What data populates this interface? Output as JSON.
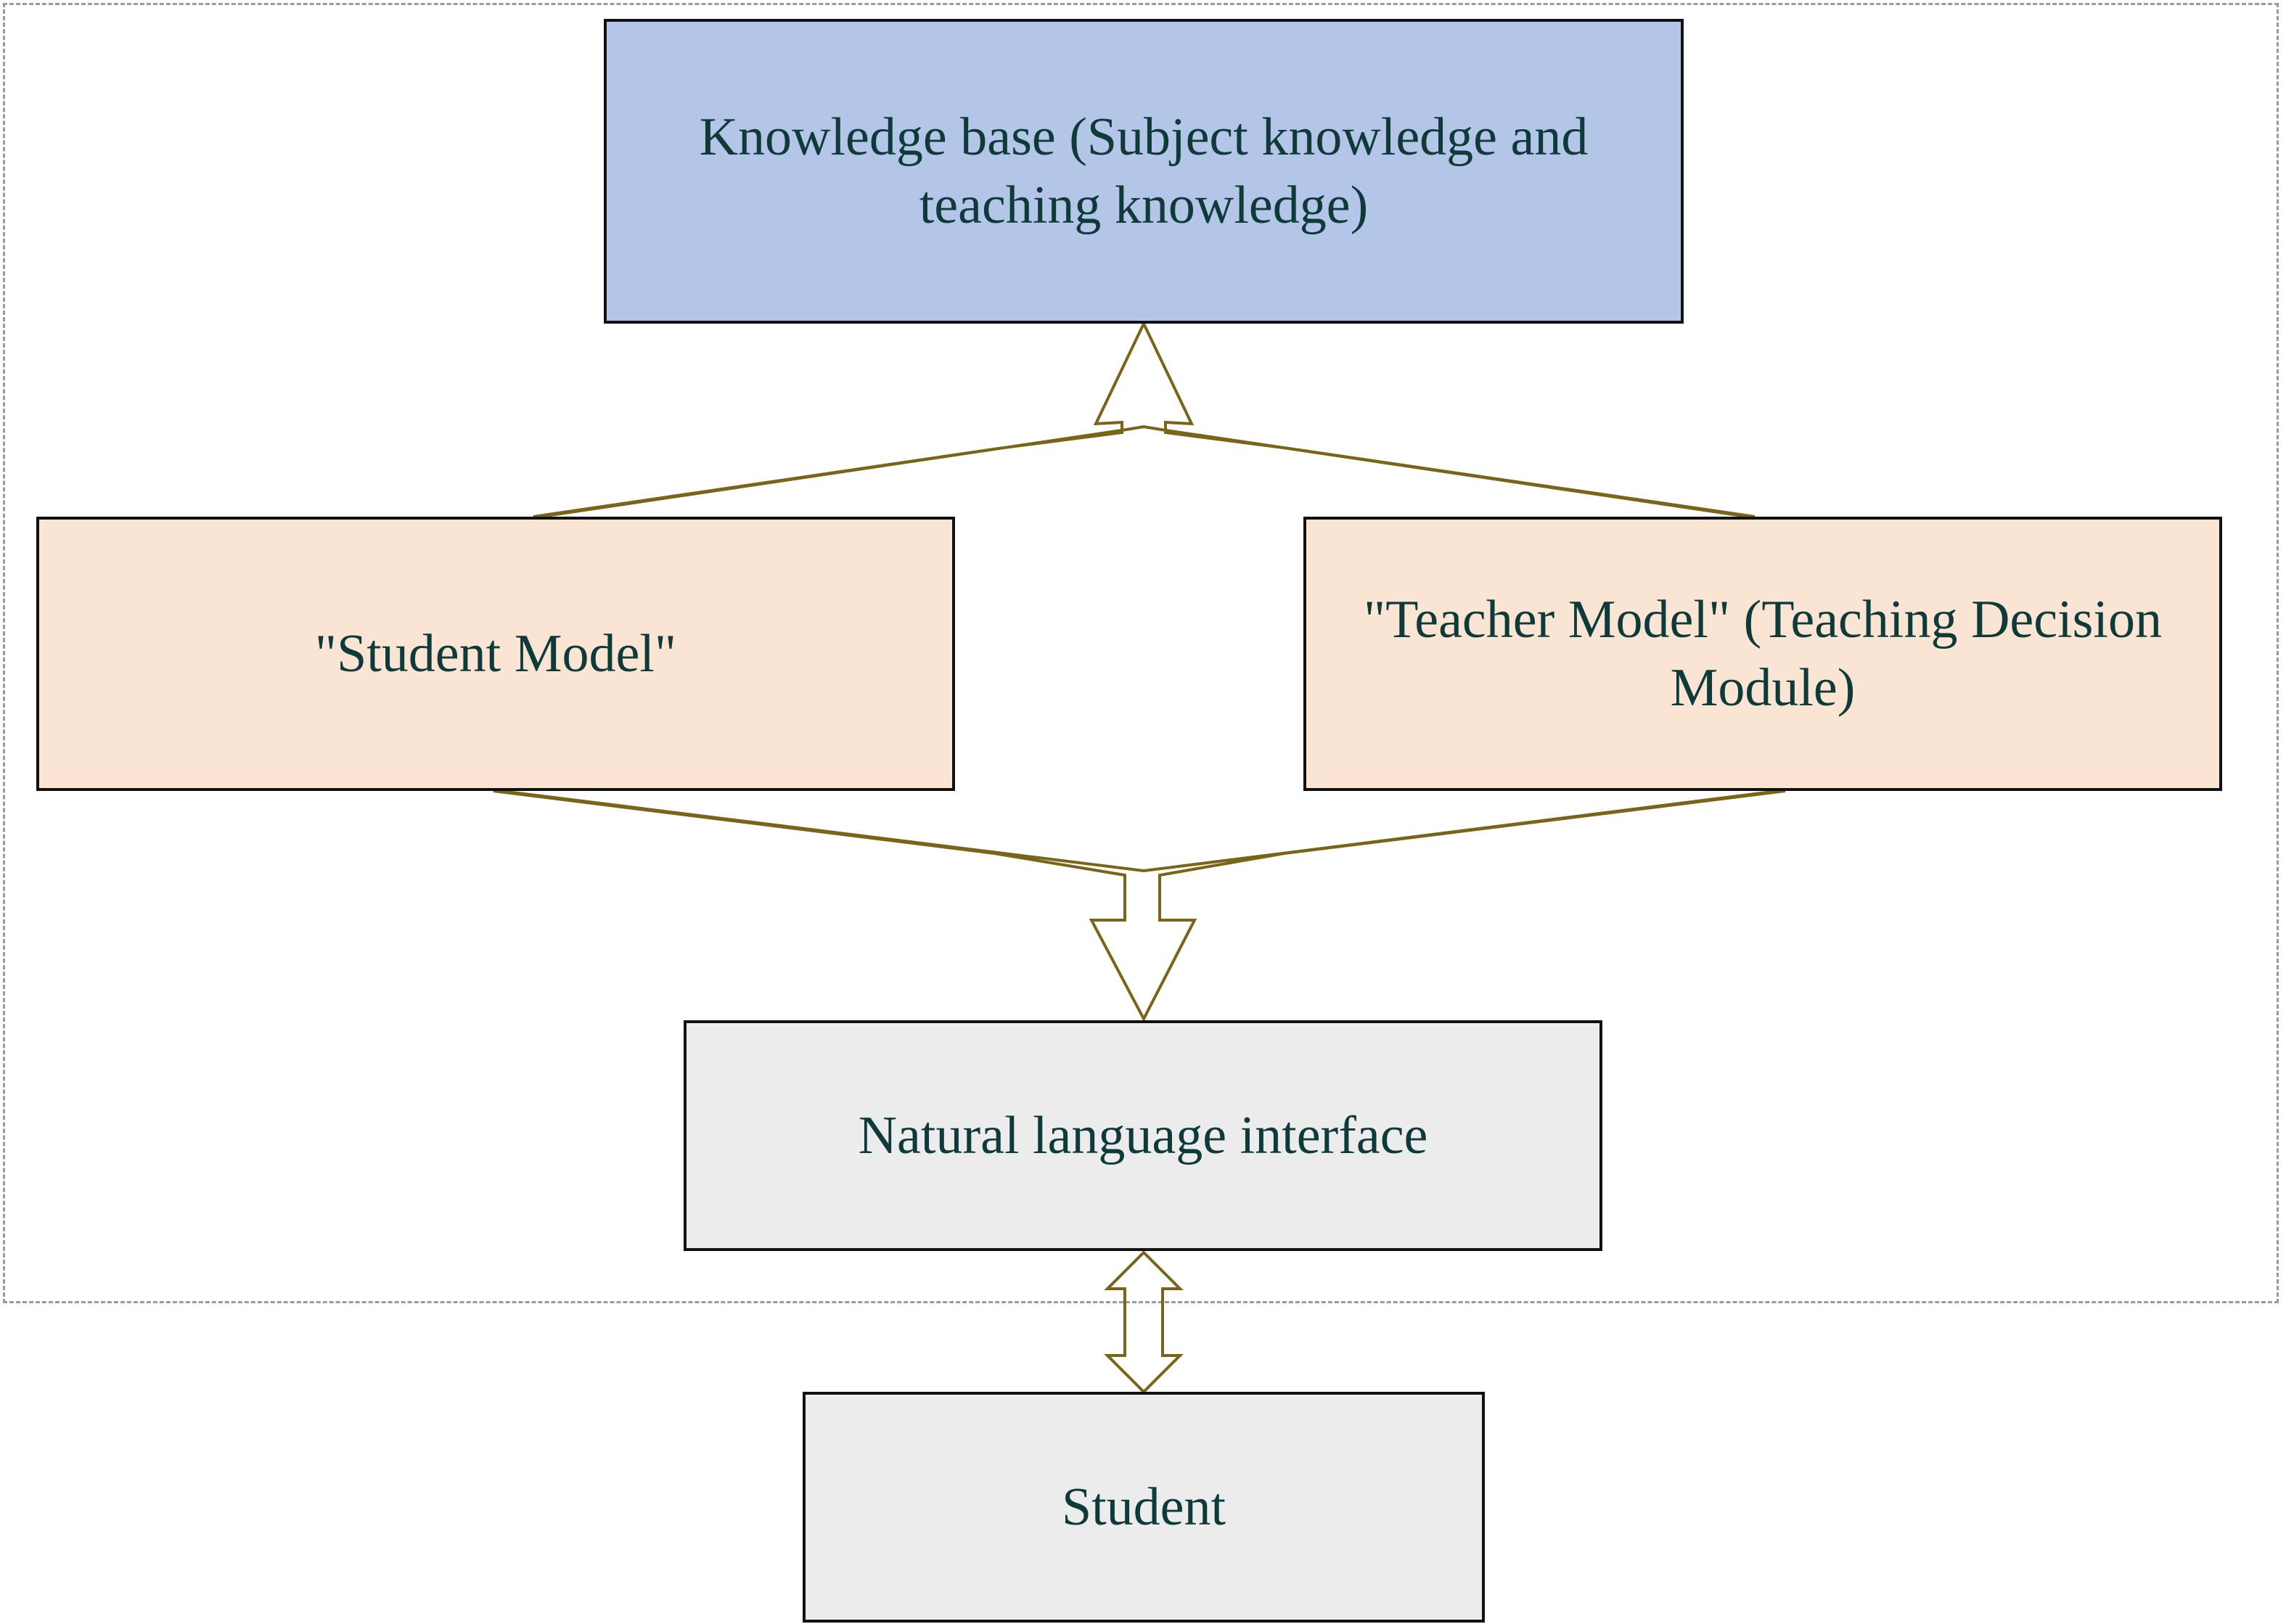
{
  "diagram": {
    "nodes": {
      "knowledge_base": "Knowledge base (Subject knowledge and teaching knowledge)",
      "student_model": "\"Student Model\"",
      "teacher_model": "\"Teacher Model\" (Teaching Decision Module)",
      "natural_language_interface": "Natural language interface",
      "student": "Student"
    },
    "edges": [
      {
        "from": "student_model",
        "to": "knowledge_base",
        "style": "hollow-arrow-merge"
      },
      {
        "from": "teacher_model",
        "to": "knowledge_base",
        "style": "hollow-arrow-merge"
      },
      {
        "from": "student_model",
        "to": "natural_language_interface",
        "style": "hollow-arrow-merge"
      },
      {
        "from": "teacher_model",
        "to": "natural_language_interface",
        "style": "hollow-arrow-merge"
      },
      {
        "from": "natural_language_interface",
        "to": "student",
        "style": "hollow-double-arrow"
      }
    ],
    "colors": {
      "knowledge_base_fill": "#b4c6e7",
      "model_fill": "#fae5d5",
      "interface_fill": "#ececec",
      "arrow_stroke": "#7a6418",
      "text": "#0f3a3a",
      "boundary": "#9b9b9b"
    }
  }
}
